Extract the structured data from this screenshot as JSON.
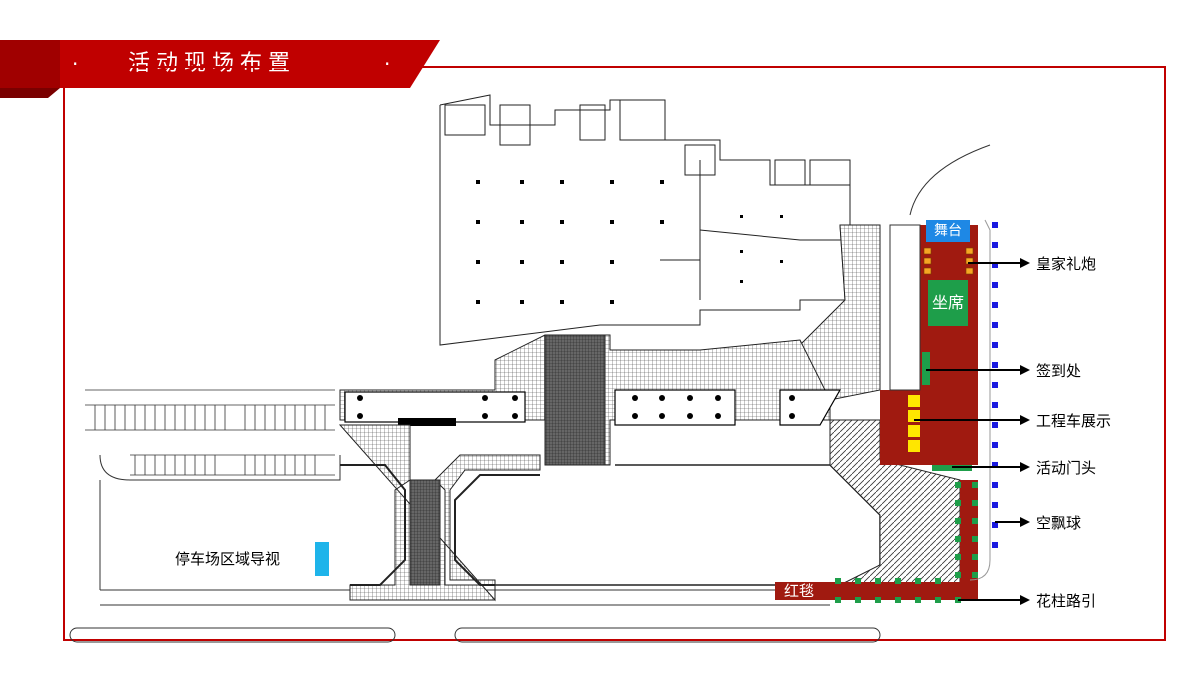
{
  "header": {
    "title": "活动现场布置",
    "dot_left": "·",
    "dot_right": "·"
  },
  "colors": {
    "brand_red": "#c00000",
    "dark_red": "#a01a10",
    "stage_blue": "#1e88e5",
    "seat_green": "#1e9e4a",
    "post_blue": "#1a1ae0",
    "cannon_orange": "#f5a623",
    "car_yellow": "#ffe600",
    "guide_cyan": "#1eb4ea"
  },
  "zones": {
    "stage": "舞台",
    "seating": "坐席",
    "carpet": "红毯"
  },
  "callouts": [
    {
      "label": "皇家礼炮"
    },
    {
      "label": "签到处"
    },
    {
      "label": "工程车展示"
    },
    {
      "label": "活动门头"
    },
    {
      "label": "空飘球"
    },
    {
      "label": "花柱路引"
    }
  ],
  "guide": {
    "label": "停车场区域导视"
  }
}
